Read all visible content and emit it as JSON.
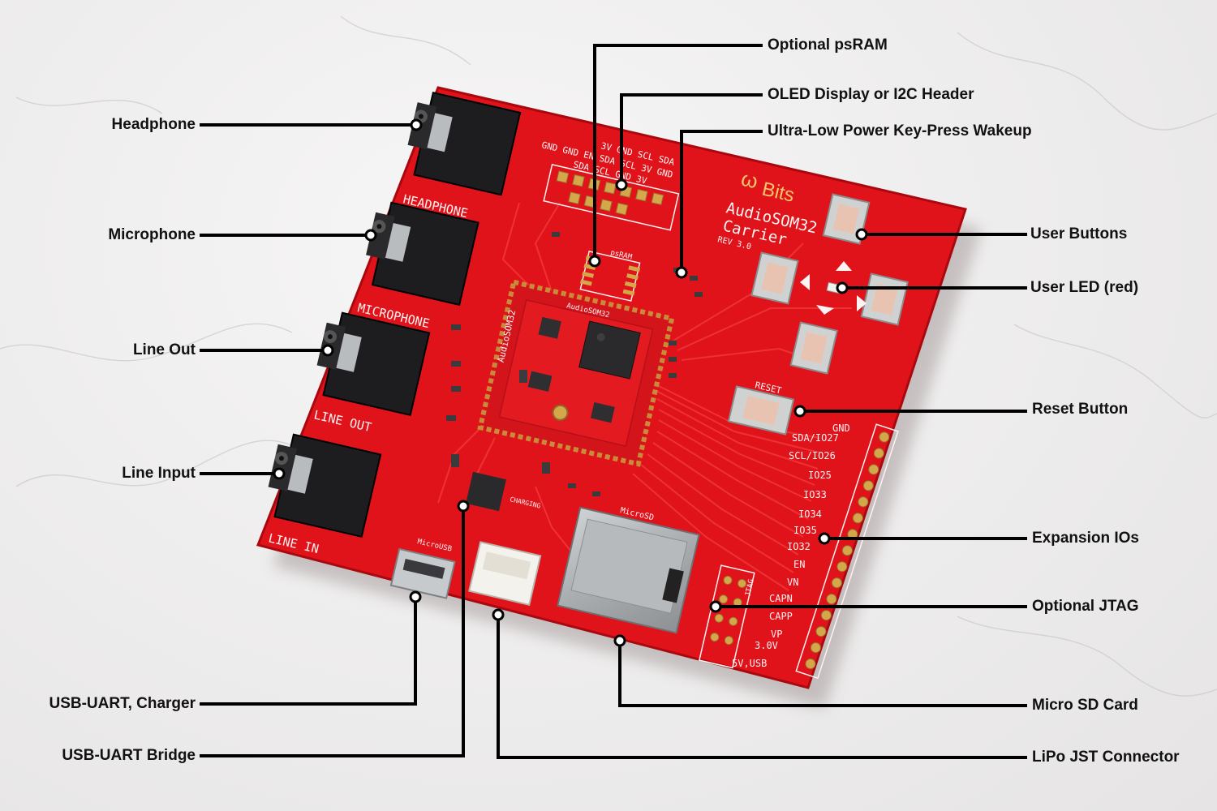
{
  "callouts": {
    "optional_psram": "Optional psRAM",
    "oled_header": "OLED Display or I2C Header",
    "keypress_wakeup": "Ultra-Low Power Key-Press Wakeup",
    "headphone": "Headphone",
    "microphone": "Microphone",
    "line_out": "Line Out",
    "line_input": "Line Input",
    "user_buttons": "User Buttons",
    "user_led": "User LED (red)",
    "reset_button": "Reset Button",
    "expansion_ios": "Expansion IOs",
    "optional_jtag": "Optional JTAG",
    "micro_sd": "Micro SD Card",
    "usb_uart_charger": "USB-UART, Charger",
    "usb_uart_bridge": "USB-UART Bridge",
    "lipo_jst": "LiPo JST Connector"
  },
  "board": {
    "logo": "Bits",
    "name": "AudioSOM32",
    "subtitle": "Carrier",
    "rev": "REV 3.0",
    "module_label": "AudioSOM32",
    "jack_labels": [
      "HEADPHONE",
      "MICROPHONE",
      "LINE OUT",
      "LINE IN"
    ],
    "header_row1": "3V GND SCL SDA",
    "header_row2": "GND GND EN SDA SCL 3V GND",
    "header_row3": "SDA SCL GND 3V",
    "expansion_pins": [
      "GND",
      "SDA/IO27",
      "SCL/IO26",
      "IO25",
      "IO33",
      "IO34",
      "IO35",
      "IO32",
      "EN",
      "VN",
      "CAPN",
      "CAPP",
      "VP",
      "3.0V",
      "5V,USB"
    ],
    "reset_label": "RESET",
    "psram_label": "psRAM",
    "microsd_label": "MicroSD",
    "microusb_label": "MicroUSB",
    "charging_label": "CHARGING",
    "jtag_label": "JTAG"
  },
  "colors": {
    "pcb": "#e0131b",
    "pcb_dark": "#b50c12",
    "pcb_trace": "#ee2a2c",
    "gold": "#d4a84a",
    "silk": "#fff2f2",
    "leader": "#000000"
  }
}
